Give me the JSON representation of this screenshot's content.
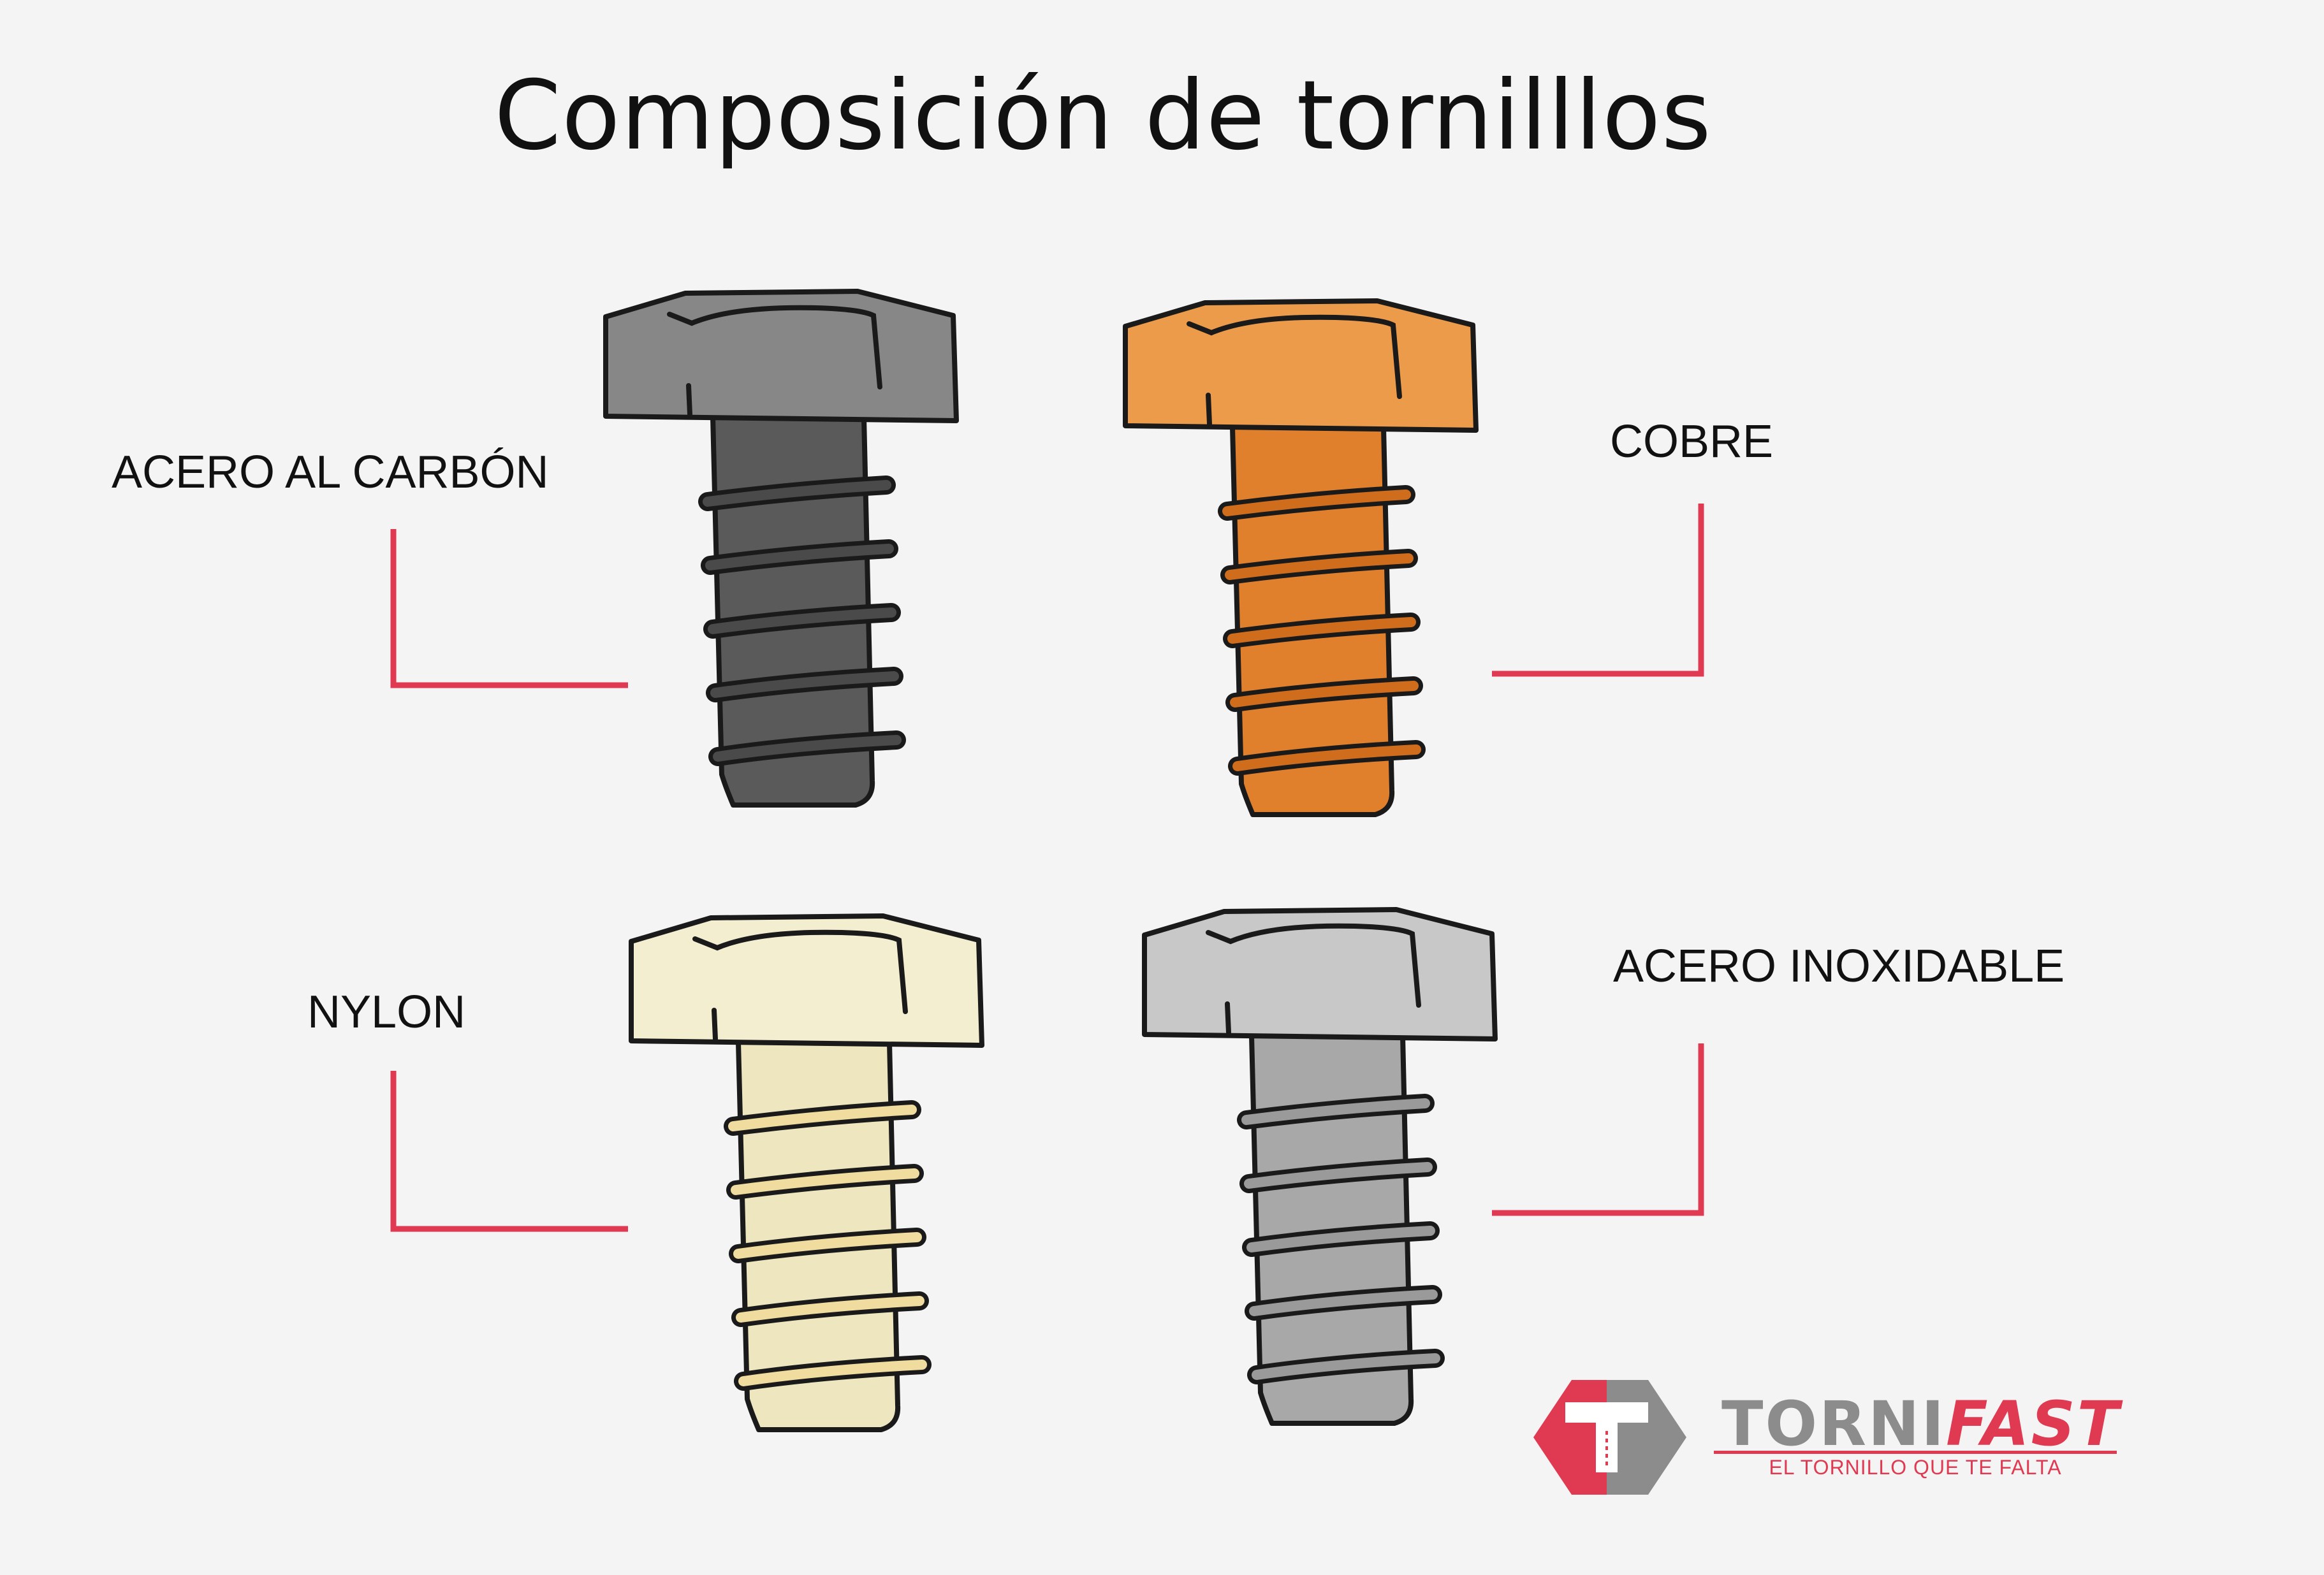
{
  "title": "Composición de tornilllos",
  "materials": [
    {
      "label": "ACERO AL CARBÓN",
      "head": "#868786",
      "headTop": "#7a7b7a",
      "shank": "#5a5a5a",
      "thread": "#4a4a4a"
    },
    {
      "label": "COBRE",
      "head": "#ec9b4a",
      "headTop": "#e8913e",
      "shank": "#e07f2c",
      "thread": "#d06d1c"
    },
    {
      "label": "NYLON",
      "head": "#f3eed0",
      "headTop": "#efe9c6",
      "shank": "#ede6bf",
      "thread": "#f0dc9e"
    },
    {
      "label": "ACERO INOXIDABLE",
      "head": "#c8c8c8",
      "headTop": "#bdbdbd",
      "shank": "#a8a8a8",
      "thread": "#9a9a9a"
    }
  ],
  "connector_color": "#e03a52",
  "brand": {
    "name_part1": "TORNI",
    "name_part2": "FAST",
    "tagline": "EL TORNILLO QUE TE FALTA",
    "logo_letter": "T",
    "logo_color_left": "#e03a52",
    "logo_color_right": "#8c8c8c"
  }
}
